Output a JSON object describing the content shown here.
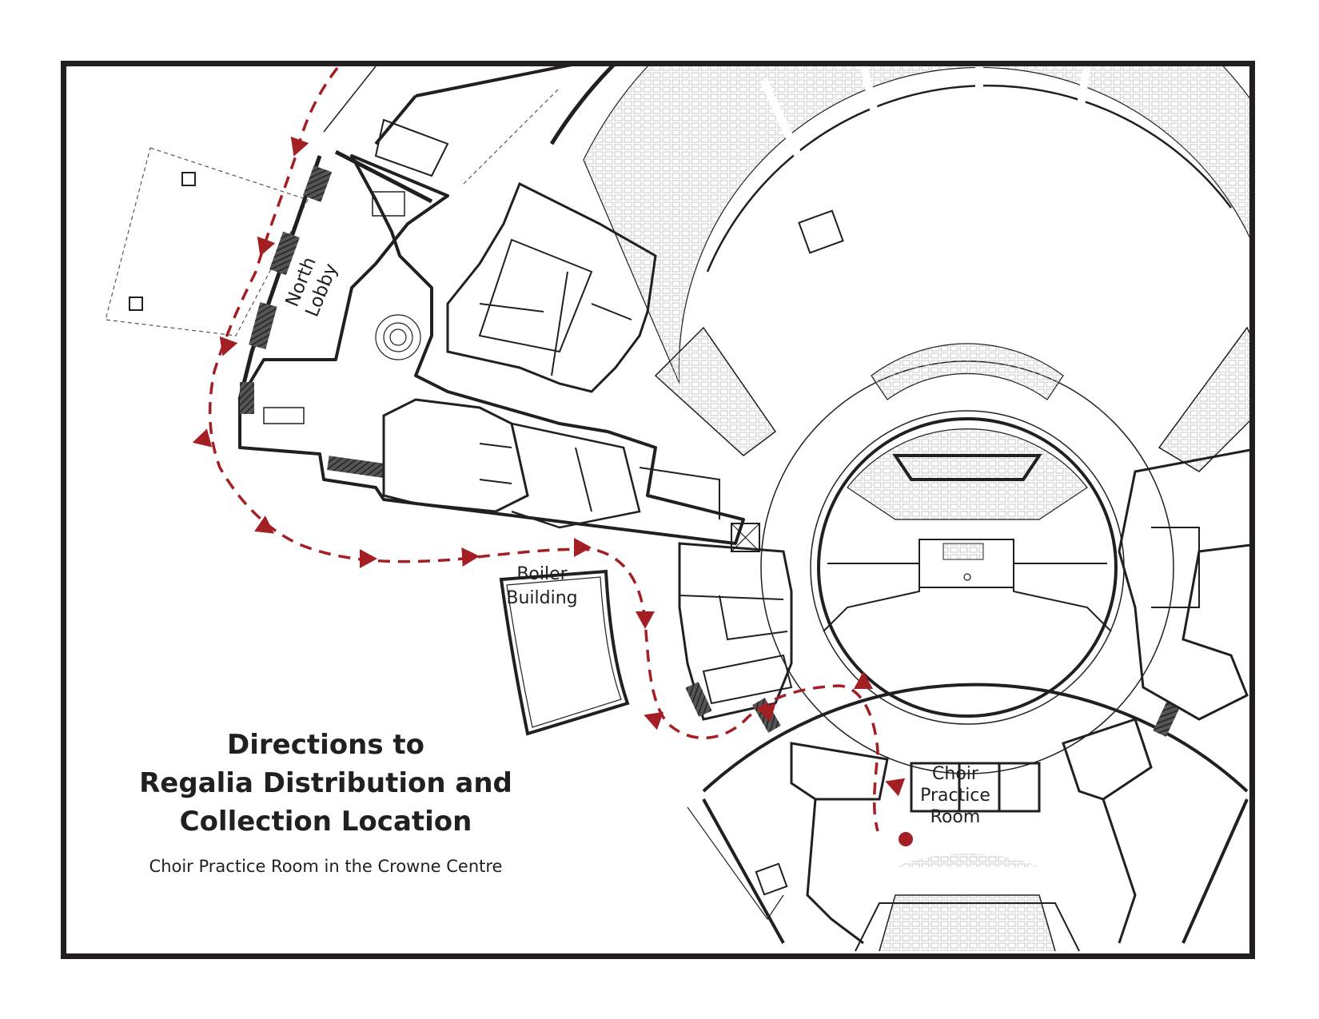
{
  "title": {
    "line1": "Directions to",
    "line2": "Regalia Distribution and",
    "line3": "Collection Location"
  },
  "subtitle": "Choir Practice Room in the Crowne Centre",
  "rooms": {
    "north_lobby": [
      "North",
      "Lobby"
    ],
    "boiler_building": [
      "Boiler",
      "Building"
    ],
    "choir_practice_room": [
      "Choir",
      "Practice",
      "Room"
    ]
  },
  "colors": {
    "route": "#a31f24",
    "linework": "#231f20",
    "frame": "#231f20",
    "background": "#ffffff"
  },
  "icons": {
    "route": "dashed-route-with-arrowheads",
    "destination": "destination-dot"
  }
}
